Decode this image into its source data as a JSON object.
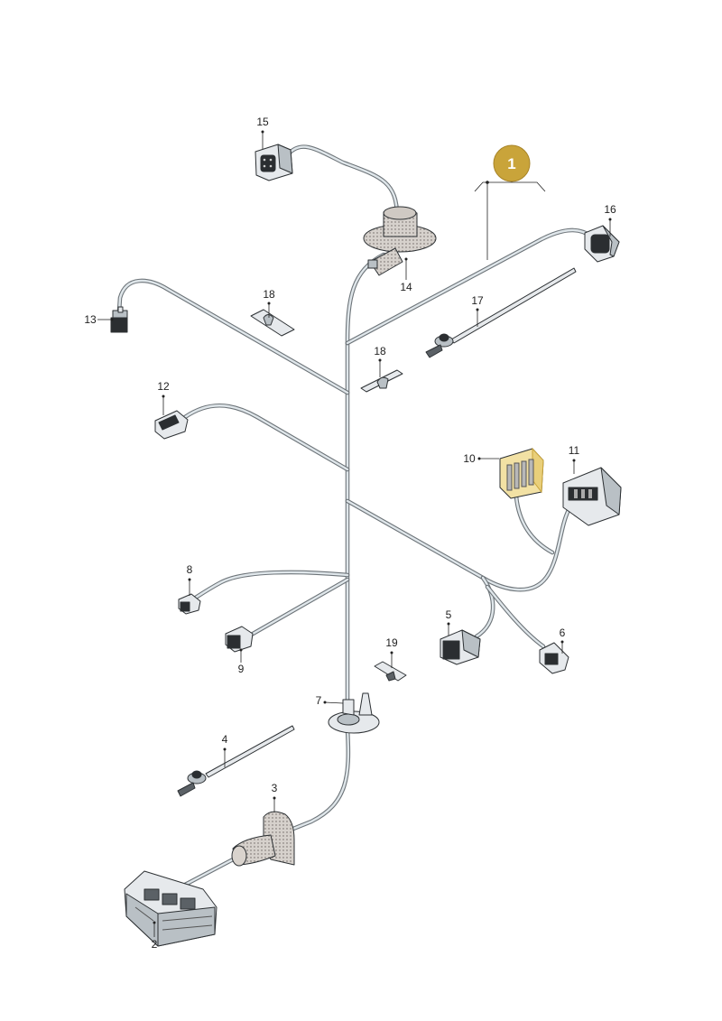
{
  "callouts": {
    "main": "1",
    "p2": "2",
    "p3": "3",
    "p4": "4",
    "p5": "5",
    "p6": "6",
    "p7": "7",
    "p8": "8",
    "p9": "9",
    "p10": "10",
    "p11": "11",
    "p12": "12",
    "p13": "13",
    "p14": "14",
    "p15": "15",
    "p16": "16",
    "p17": "17",
    "p18a": "18",
    "p18b": "18",
    "p19": "19"
  },
  "colors": {
    "badge": "#c9a43a",
    "highlight": "#d8b24a",
    "wire": "#6d7479"
  }
}
